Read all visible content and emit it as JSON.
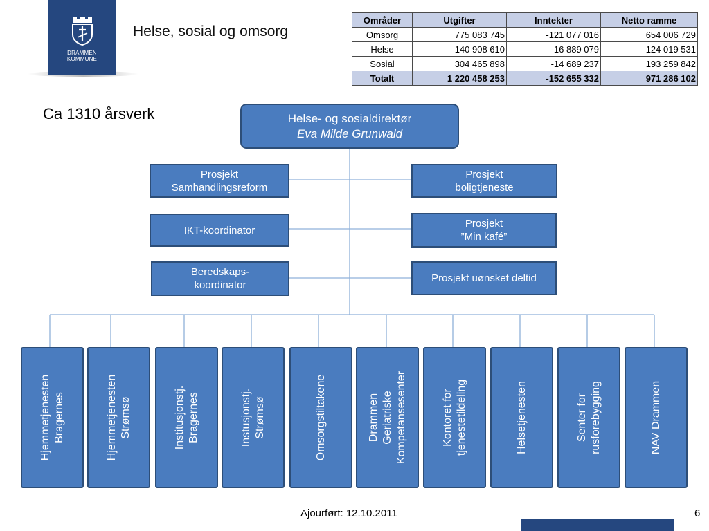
{
  "logo": {
    "line1": "DRAMMEN",
    "line2": "KOMMUNE"
  },
  "title": "Helse, sosial og omsorg",
  "staff_note": "Ca 1310 årsverk",
  "table": {
    "headers": [
      "Områder",
      "Utgifter",
      "Inntekter",
      "Netto ramme"
    ],
    "rows": [
      [
        "Omsorg",
        "775 083 745",
        "-121 077 016",
        "654 006 729"
      ],
      [
        "Helse",
        "140 908 610",
        "-16 889 079",
        "124 019 531"
      ],
      [
        "Sosial",
        "304 465 898",
        "-14 689 237",
        "193 259 842"
      ]
    ],
    "total": [
      "Totalt",
      "1 220 458 253",
      "-152 655 332",
      "971 286 102"
    ]
  },
  "director": {
    "title": "Helse- og sosialdirektør",
    "name": "Eva Milde Grunwald"
  },
  "staff_units": {
    "left": [
      {
        "line1": "Prosjekt",
        "line2": "Samhandlingsreform"
      },
      {
        "line1": "IKT-koordinator"
      },
      {
        "line1": "Beredskaps-",
        "line2": "koordinator"
      }
    ],
    "right": [
      {
        "line1": "Prosjekt",
        "line2": "boligtjeneste"
      },
      {
        "line1": "Prosjekt",
        "line2": "”Min kafé”"
      },
      {
        "line1": "Prosjekt uønsket deltid"
      }
    ]
  },
  "units": [
    {
      "line1": "Hjemmetjenesten",
      "line2": "Bragernes"
    },
    {
      "line1": "Hjemmetjenesten",
      "line2": "Strømsø"
    },
    {
      "line1": "Institusjonstj.",
      "line2": "Bragernes"
    },
    {
      "line1": "Instusjonstj.",
      "line2": "Strømsø"
    },
    {
      "line1": "Omsorgstiltakene"
    },
    {
      "line1": "Drammen",
      "line2": "Geriatriske",
      "line3": "Kompetansesenter"
    },
    {
      "line1": "Kontoret for",
      "line2": "tjenestetildeling"
    },
    {
      "line1": "Helsetjenesten"
    },
    {
      "line1": "Senter for",
      "line2": "rusforebygging"
    },
    {
      "line1": "NAV Drammen"
    }
  ],
  "footer": {
    "updated": "Ajourført: 12.10.2011",
    "page": "6"
  },
  "colors": {
    "box_fill": "#4a7cbf",
    "box_border": "#2d4e78",
    "connector": "#8fb1d9",
    "logo": "#25477f",
    "table_header": "#c6cfe6"
  },
  "icons": {
    "logo": "city-crest-icon"
  }
}
